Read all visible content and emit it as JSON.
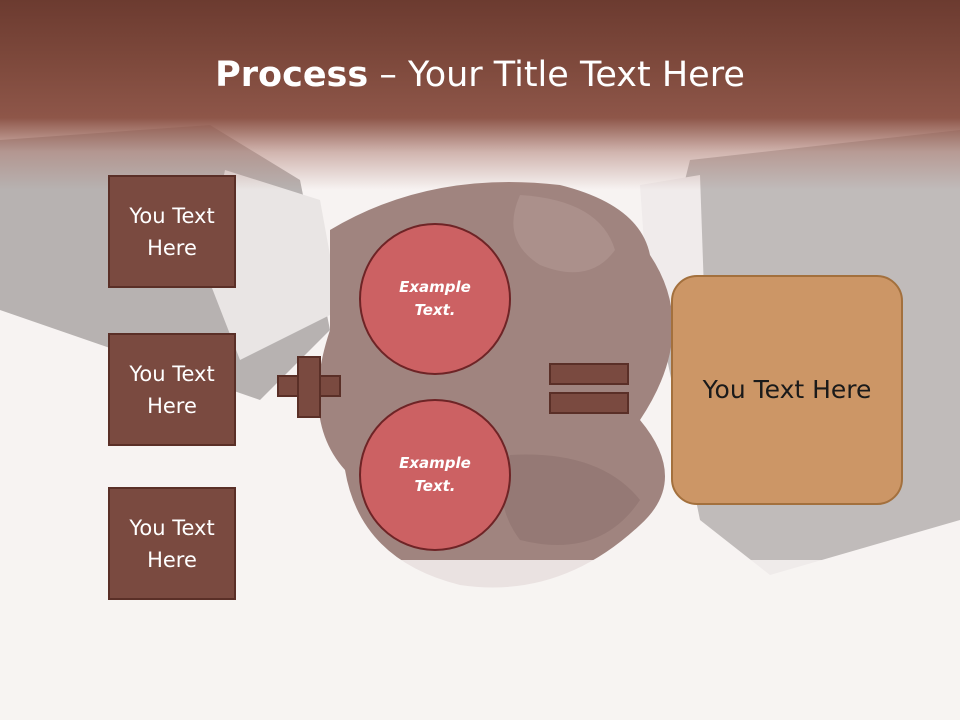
{
  "slide": {
    "title_bold": "Process",
    "title_rest": " – Your Title Text Here",
    "left_boxes": [
      {
        "label": "You Text Here"
      },
      {
        "label": "You Text Here"
      },
      {
        "label": "You Text Here"
      }
    ],
    "circles": [
      {
        "label": "Example Text."
      },
      {
        "label": "Example Text."
      }
    ],
    "result_label": "You Text Here",
    "background_image": "handshake-photo",
    "colors": {
      "header": "#7f4a3d",
      "box_fill": "#7a4a40",
      "circle_fill": "#cc6163",
      "result_fill": "#cc9666"
    }
  }
}
